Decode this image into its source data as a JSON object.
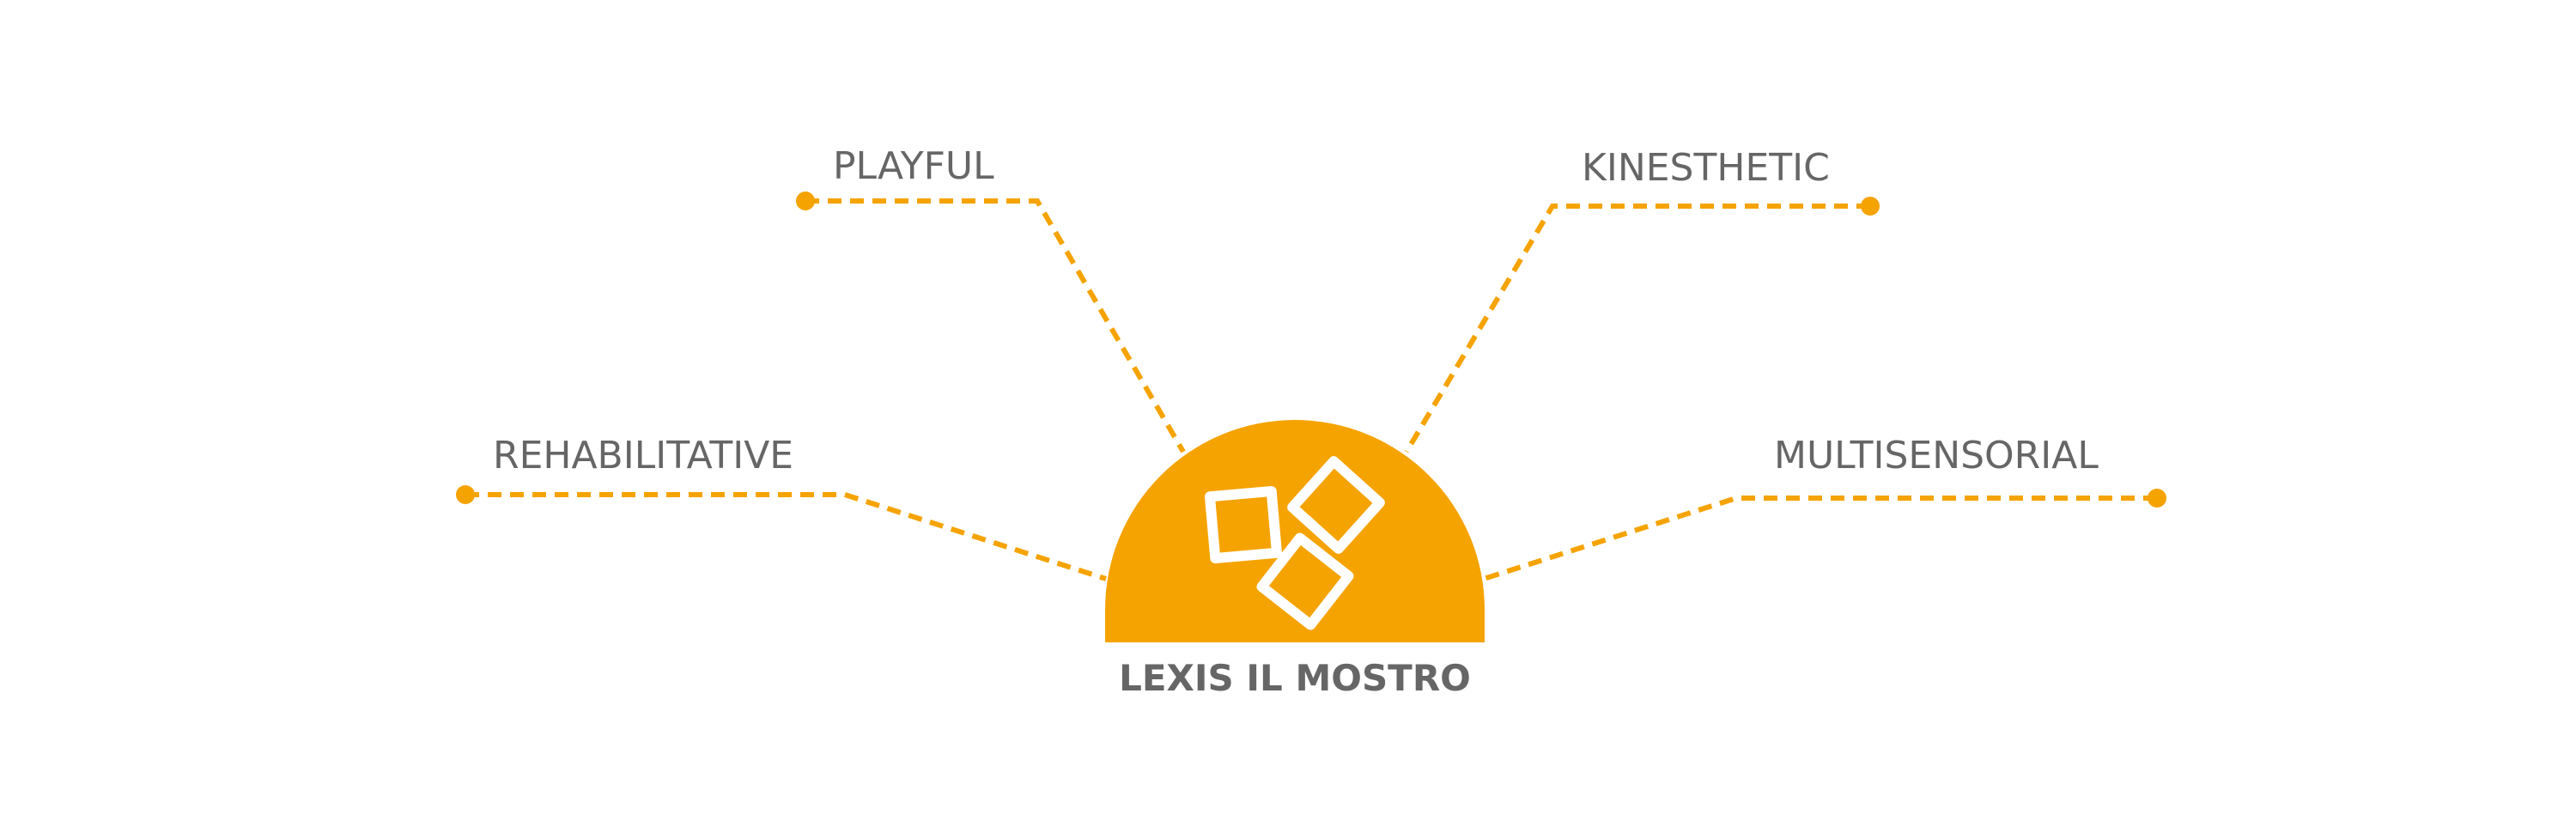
{
  "center": {
    "label": "LEXIS IL MOSTRO",
    "icon": "tiles-icon"
  },
  "branches": [
    {
      "key": "playful",
      "label": "PLAYFUL"
    },
    {
      "key": "kinesthetic",
      "label": "KINESTHETIC"
    },
    {
      "key": "rehabilitative",
      "label": "REHABILITATIVE"
    },
    {
      "key": "multisensorial",
      "label": "MULTISENSORIAL"
    }
  ],
  "colors": {
    "accent": "#f5a300",
    "text": "#666666",
    "background": "#ffffff"
  }
}
